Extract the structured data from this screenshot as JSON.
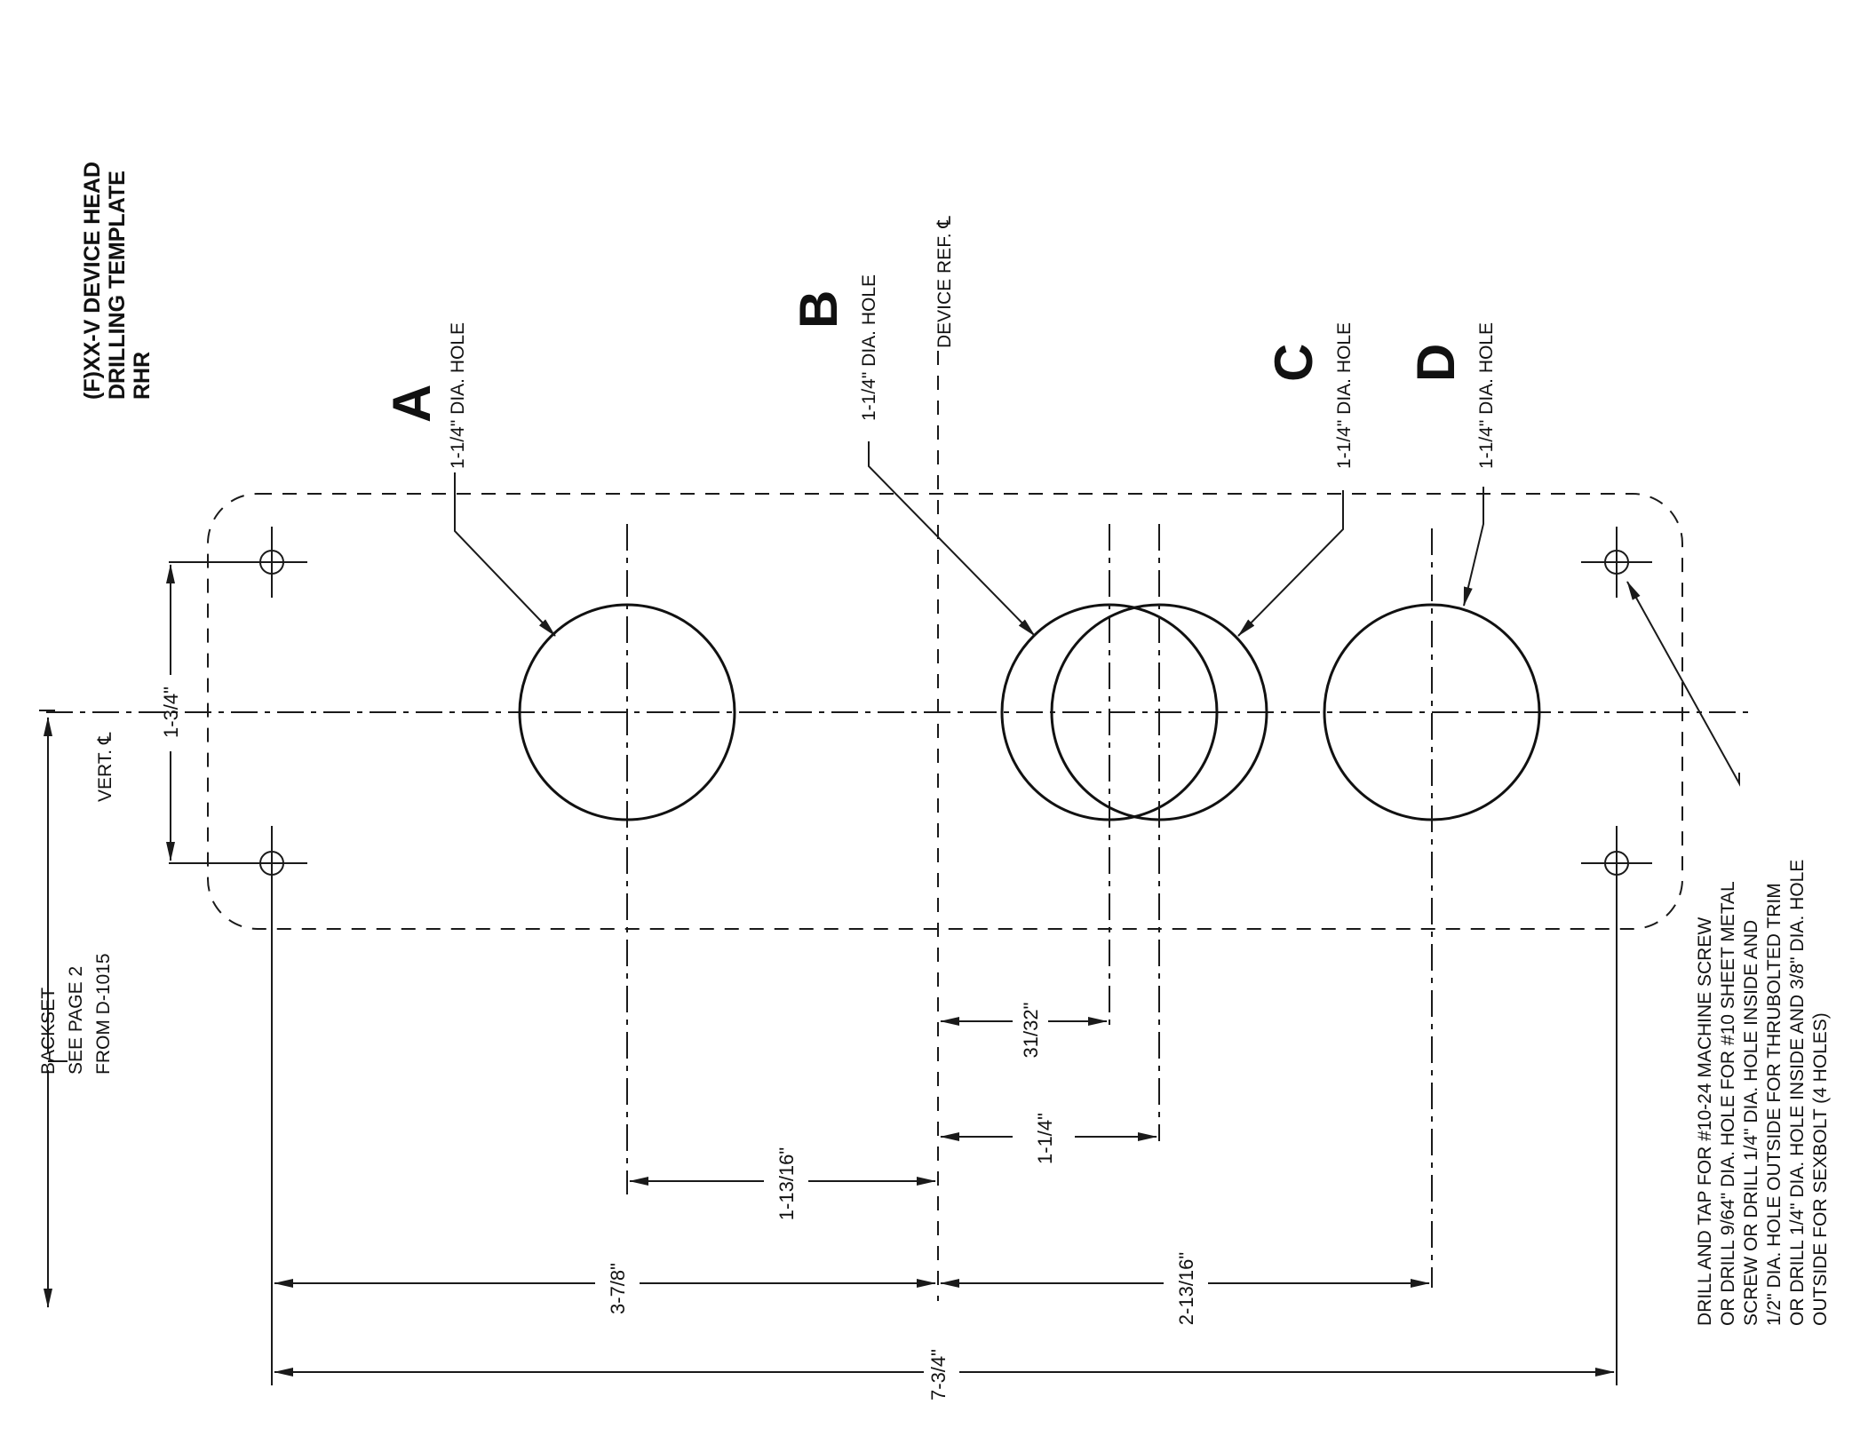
{
  "title": {
    "line1": "(F)XX-V DEVICE HEAD",
    "line2": "DRILLING TEMPLATE",
    "line3": "RHR"
  },
  "holes": {
    "a": {
      "letter": "A",
      "label": "1-1/4\" DIA. HOLE"
    },
    "b": {
      "letter": "B",
      "label": "1-1/4\" DIA. HOLE"
    },
    "c": {
      "letter": "C",
      "label": "1-1/4\" DIA. HOLE"
    },
    "d": {
      "letter": "D",
      "label": "1-1/4\" DIA. HOLE"
    }
  },
  "reference": {
    "device_ref": "DEVICE REF. ℄",
    "vert": "VERT. ℄"
  },
  "backset_note": {
    "line1": "BACKSET",
    "line2": "SEE PAGE 2",
    "line3": "FROM D-1015"
  },
  "dimensions": {
    "vertical_spacing": "1-3/4\"",
    "c_offset": "31/32\"",
    "c_right": "1-1/4\"",
    "a_offset": "1-13/16\"",
    "left_span": "3-7/8\"",
    "right_span": "2-13/16\"",
    "total": "7-3/4\""
  },
  "drill_note": [
    "DRILL AND TAP FOR #10-24 MACHINE SCREW",
    "OR DRILL 9/64\" DIA. HOLE FOR #10 SHEET METAL",
    "SCREW OR DRILL 1/4\" DIA. HOLE INSIDE AND",
    "1/2\" DIA. HOLE OUTSIDE FOR THRUBOLTED TRIM",
    "OR DRILL 1/4\" DIA. HOLE INSIDE AND 3/8\" DIA. HOLE",
    "OUTSIDE FOR SEXBOLT (4 HOLES)"
  ]
}
